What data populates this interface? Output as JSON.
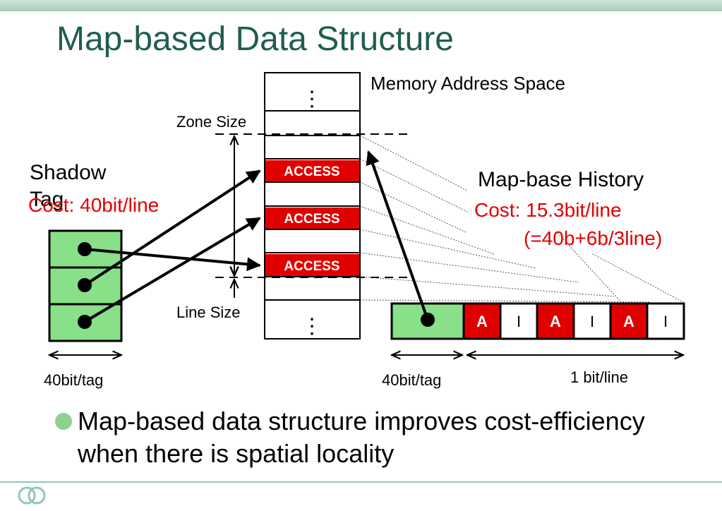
{
  "slide": {
    "title": "Map-based Data Structure",
    "memory_label": "Memory Address Space",
    "zone_size_label": "Zone Size",
    "line_size_label": "Line Size",
    "access_labels": [
      "ACCESS",
      "ACCESS",
      "ACCESS"
    ],
    "ellipsis": "⋮",
    "shadow_tag": {
      "title": "Shadow Tag",
      "cost": "Cost: 40bit/line",
      "width_label": "40bit/tag"
    },
    "map_history": {
      "title": "Map-base History",
      "cost_line1": "Cost: 15.3bit/line",
      "cost_line2": "(=40b+6b/3line)",
      "width_label": "40bit/tag",
      "bit_label": "1 bit/line",
      "bits": [
        "A",
        "I",
        "A",
        "I",
        "A",
        "I"
      ]
    },
    "bullet": "Map-based data structure improves cost-efficiency when there is spatial locality",
    "colors": {
      "title": "#1f5e4f",
      "access_fill": "#e00000",
      "tag_fill": "#88e088",
      "cost_text": "#e00000",
      "bullet_dot": "#8fd18f"
    }
  }
}
